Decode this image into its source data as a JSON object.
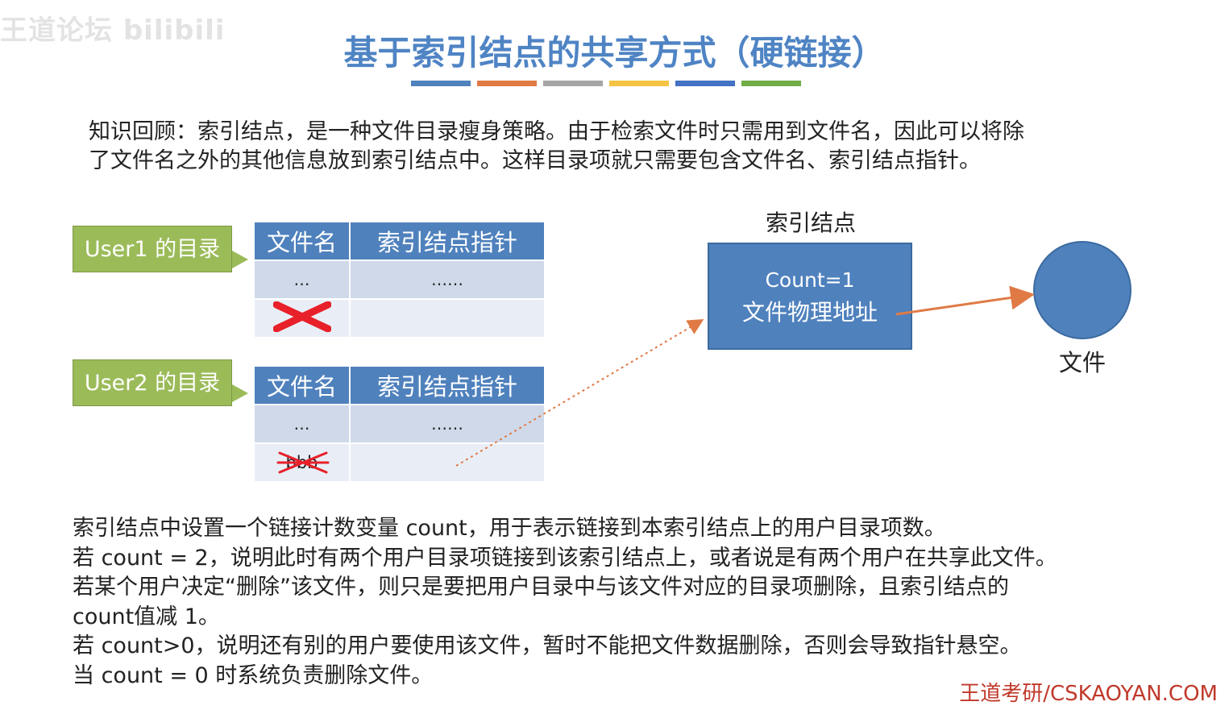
{
  "watermark": "王道论坛 bilibili",
  "title": "基于索引结点的共享方式（硬链接）",
  "title_bar_colors": [
    "#4f81bd",
    "#e07a45",
    "#a5a5a5",
    "#f5c343",
    "#4472c4",
    "#70ad47"
  ],
  "recap": [
    "知识回顾：索引结点，是一种文件目录瘦身策略。由于检索文件时只需用到文件名，因此可以将除",
    "了文件名之外的其他信息放到索引结点中。这样目录项就只需要包含文件名、索引结点指针。"
  ],
  "user1": {
    "label": "User1 的目录",
    "headers": [
      "文件名",
      "索引结点指针"
    ],
    "row1": [
      "…",
      "……"
    ],
    "row2_deleted_icon": "red-x-icon"
  },
  "user2": {
    "label": "User2 的目录",
    "headers": [
      "文件名",
      "索引结点指针"
    ],
    "row1": [
      "…",
      "……"
    ],
    "row2_name": "bbb"
  },
  "inode": {
    "caption": "索引结点",
    "count_line": "Count=1",
    "address_line": "文件物理地址"
  },
  "file_label": "文件",
  "notes": [
    "索引结点中设置一个链接计数变量 count，用于表示链接到本索引结点上的用户目录项数。",
    "若 count = 2，说明此时有两个用户目录项链接到该索引结点上，或者说是有两个用户在共享此文件。",
    "若某个用户决定“删除”该文件，则只是要把用户目录中与该文件对应的目录项删除，且索引结点的",
    "count值减 1。",
    "若 count>0，说明还有别的用户要使用该文件，暂时不能把文件数据删除，否则会导致指针悬空。",
    "当 count = 0 时系统负责删除文件。"
  ],
  "brand": "王道考研/CSKAOYAN.COM",
  "colors": {
    "title": "#4f84c4",
    "table_header": "#4f81bd",
    "user_label": "#9bbb59",
    "arrow": "#e07a45",
    "brand": "#c0392b"
  }
}
